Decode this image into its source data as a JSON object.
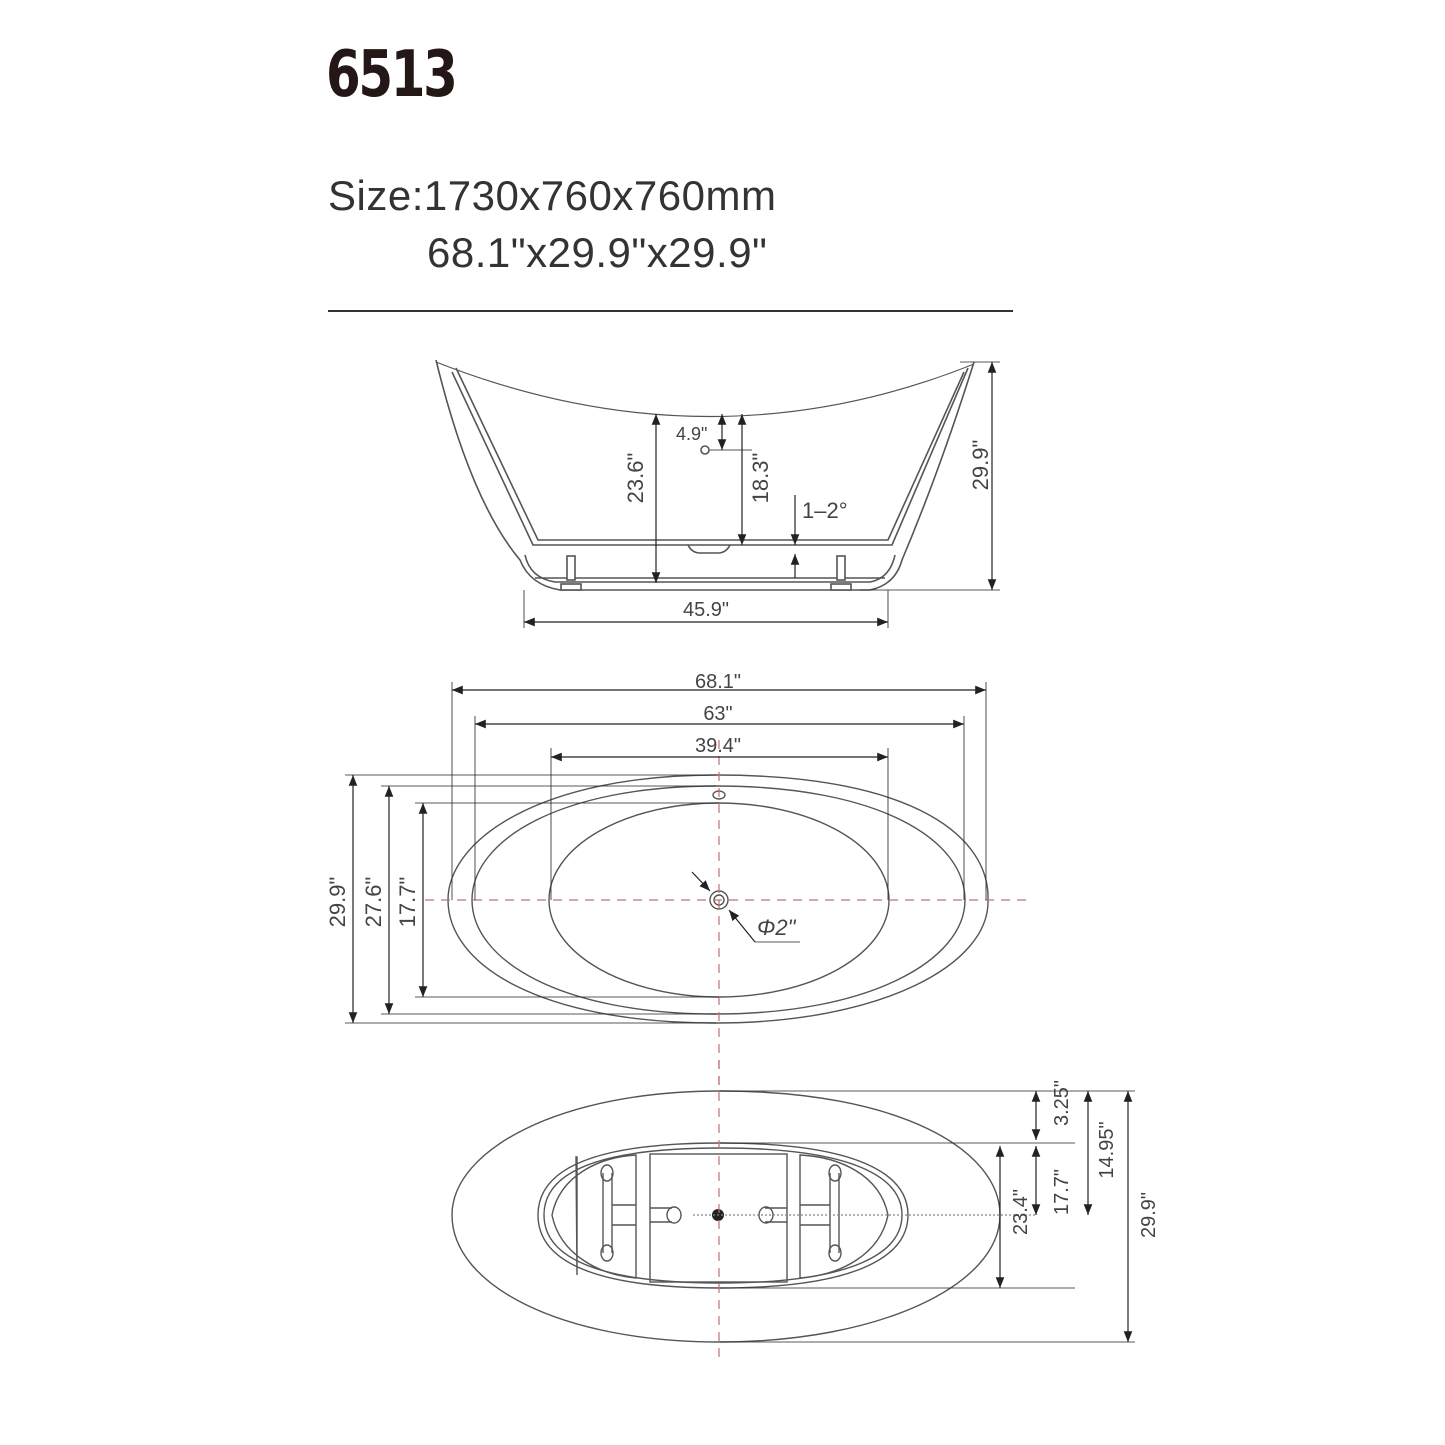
{
  "header": {
    "model": "6513",
    "size_metric": "Size:1730x760x760mm",
    "size_imperial": "68.1\"x29.9\"x29.9\""
  },
  "side_view": {
    "height_total": "29.9\"",
    "depth_inner": "23.6\"",
    "overflow_drop": "4.9\"",
    "overflow_to_floor": "18.3\"",
    "slope": "1–2°",
    "base_length": "45.9\""
  },
  "top_view": {
    "length_overall": "68.1\"",
    "length_rim": "63\"",
    "length_interior": "39.4\"",
    "width_overall": "29.9\"",
    "width_rim": "27.6\"",
    "width_interior": "17.7\"",
    "drain_diameter": "Φ2\""
  },
  "bottom_view": {
    "offset_top": "3.25\"",
    "half_base_width": "17.7\"",
    "base_width": "23.4\"",
    "center_to_edge": "14.95\"",
    "width_overall": "29.9\""
  },
  "colors": {
    "line": "#444444",
    "centerline": "#c07070",
    "text": "#333333"
  }
}
